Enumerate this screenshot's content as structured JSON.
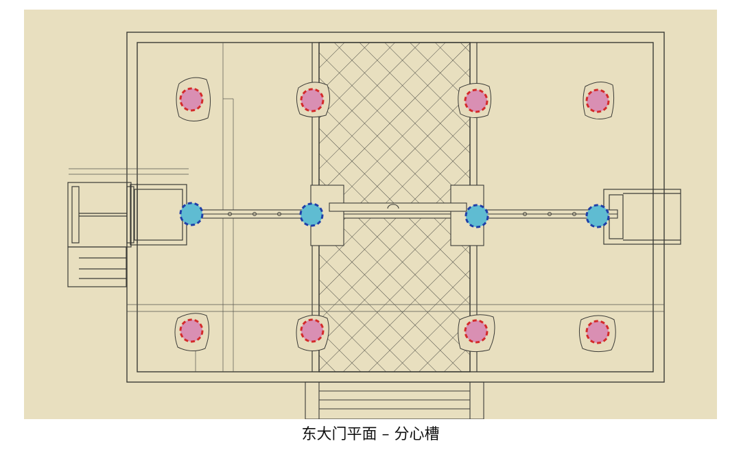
{
  "caption": "东大门平面 – 分心槽",
  "colors": {
    "paper": "#e8dfbf",
    "line": "#3a3a36",
    "outer_column_fill": "#d98fb3",
    "outer_column_ring": "#d42a2a",
    "middle_column_fill": "#5fbcd2",
    "middle_column_ring": "#1f3fa8",
    "plinth": "#e6dcbd"
  },
  "columns": {
    "front_row": {
      "kind": "outer-column",
      "count": 4
    },
    "middle_row": {
      "kind": "middle-column",
      "count": 4
    },
    "back_row": {
      "kind": "outer-column",
      "count": 4
    }
  }
}
